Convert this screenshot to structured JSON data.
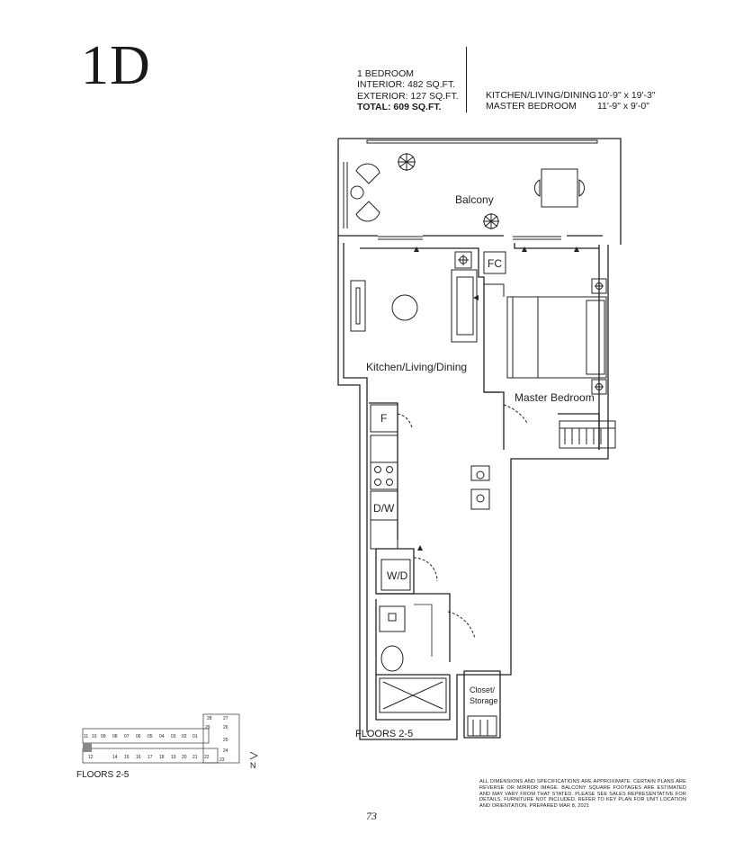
{
  "unit": {
    "title": "1D"
  },
  "specs": {
    "bedrooms": "1 BEDROOM",
    "interior": "INTERIOR: 482 SQ.FT.",
    "exterior": "EXTERIOR: 127 SQ.FT.",
    "total": "TOTAL: 609 SQ.FT."
  },
  "dimensions": [
    {
      "room": "KITCHEN/LIVING/DINING",
      "size": "10'-9\" x 19'-3\""
    },
    {
      "room": "MASTER BEDROOM",
      "size": "11'-9\" x 9'-0\""
    }
  ],
  "plan_labels": {
    "balcony": "Balcony",
    "kitchen": "Kitchen/Living/Dining",
    "bedroom": "Master Bedroom",
    "fc": "FC",
    "fridge": "F",
    "dishwasher": "D/W",
    "washer_dryer": "W/D",
    "closet_line1": "Closet/",
    "closet_line2": "Storage"
  },
  "floors_label": "FLOORS 2-5",
  "keyplan": {
    "label": "FLOORS 2-5",
    "north": "N",
    "top_row": [
      "11",
      "10",
      "09",
      "08",
      "07",
      "06",
      "05",
      "04",
      "03",
      "02",
      "01"
    ],
    "bottom_row": [
      "12",
      "14",
      "15",
      "16",
      "17",
      "18",
      "19",
      "20",
      "21",
      "22"
    ],
    "right_column": [
      "28",
      "27",
      "29",
      "26",
      "25",
      "24",
      "23"
    ]
  },
  "disclaimer": "ALL DIMENSIONS AND SPECIFICATIONS ARE APPROXIMATE. CERTAIN PLANS ARE REVERSE OR MIRROR IMAGE. BALCONY SQUARE FOOTAGES ARE ESTIMATED AND MAY VARY FROM THAT STATED. PLEASE SEE SALES REPRESENTATIVE FOR DETAILS. FURNITURE NOT INCLUDED. REFER TO KEY PLAN FOR UNIT LOCATION AND ORIENTATION. PREPARED MAR 8, 2021",
  "page_number": "73"
}
